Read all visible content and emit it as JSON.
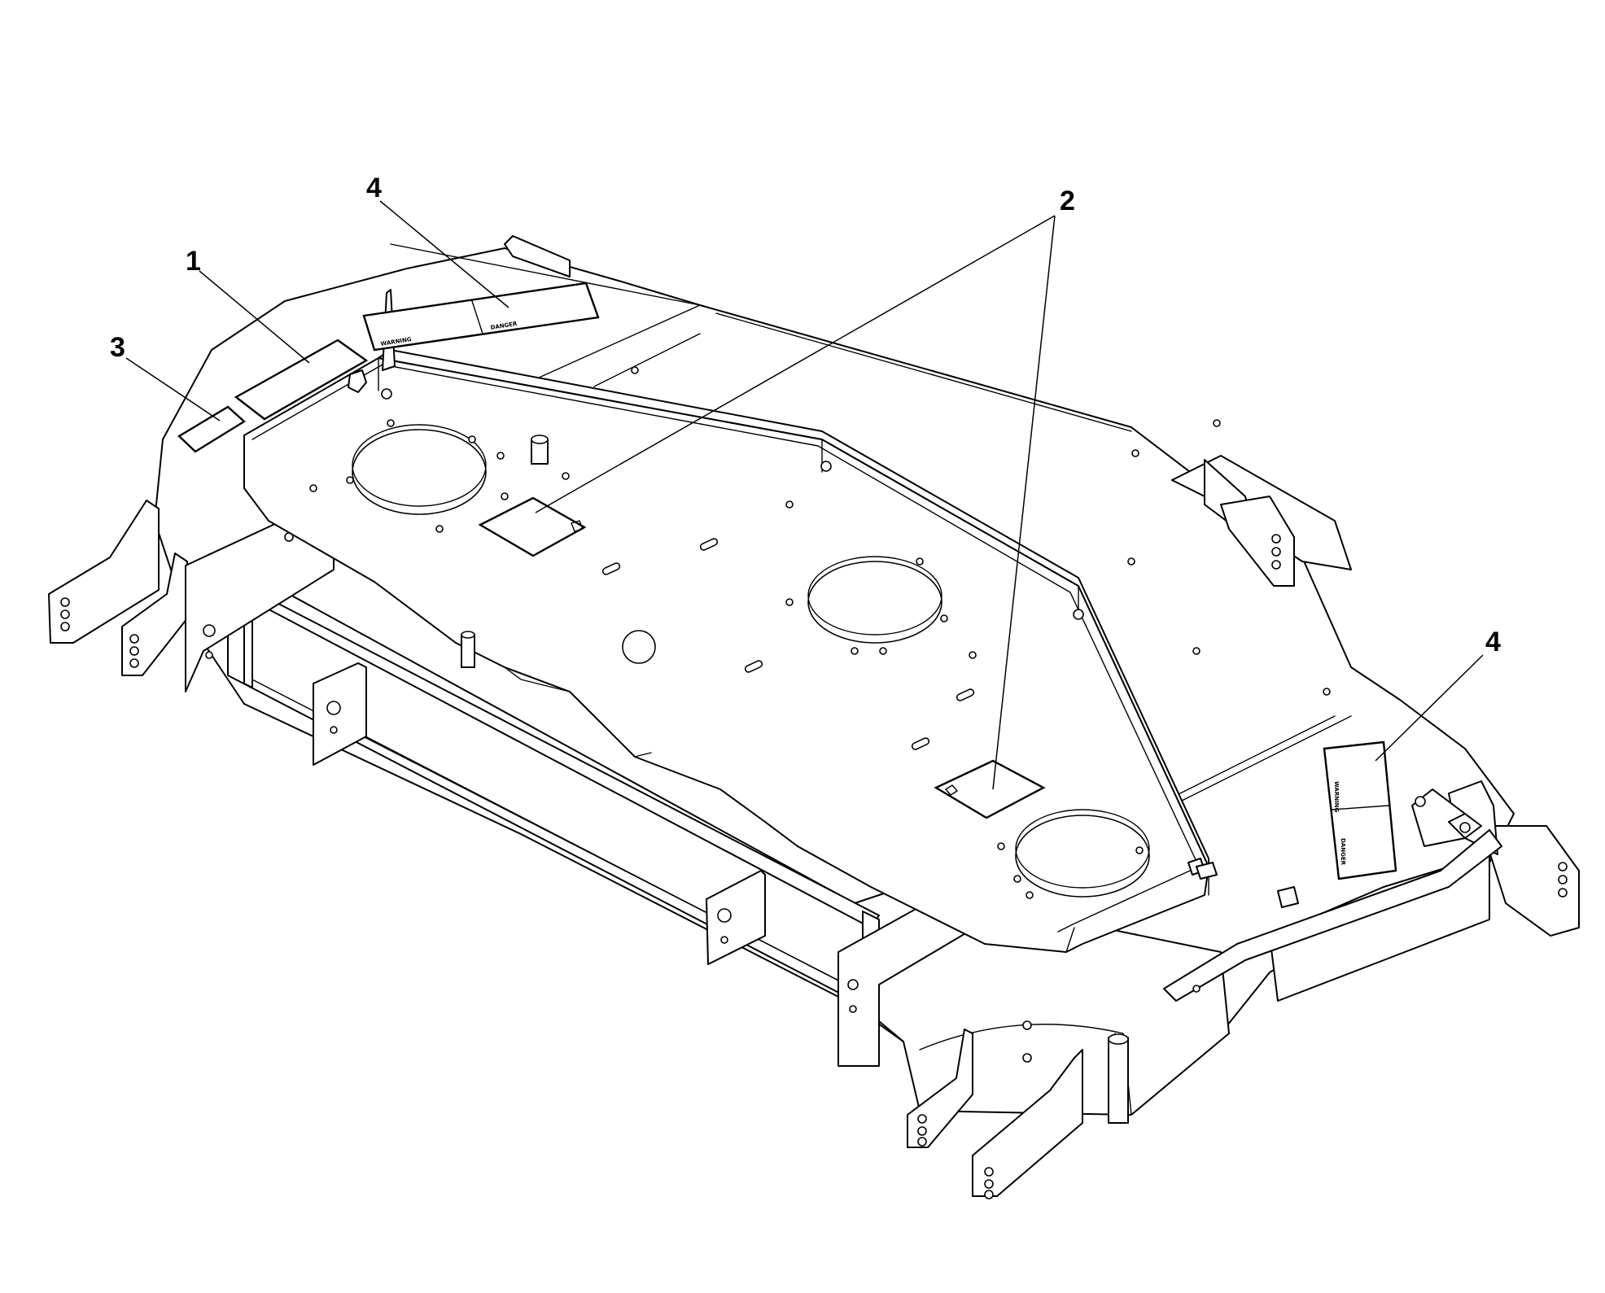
{
  "figure": {
    "callouts": [
      {
        "label": "1",
        "ref": "decal-left-rear"
      },
      {
        "label": "2",
        "ref": "decal-center-plates"
      },
      {
        "label": "3",
        "ref": "decal-left-front"
      },
      {
        "label": "4",
        "ref": "decal-warning-rear"
      },
      {
        "label": "4",
        "ref": "decal-warning-right"
      }
    ],
    "decal_text": {
      "warning_word": "WARNING",
      "danger_word": "DANGER"
    }
  }
}
